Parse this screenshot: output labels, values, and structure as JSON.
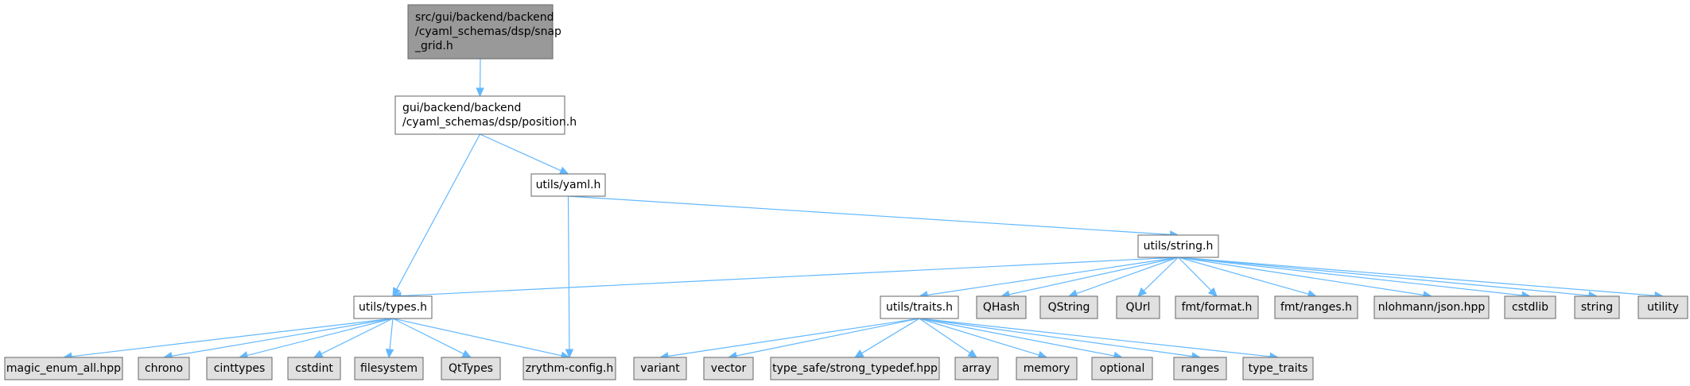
{
  "colors": {
    "edge": "#63b8ff",
    "root_fill": "#999999",
    "local_fill": "#ffffff",
    "local_border": "#000000",
    "system_fill": "#e0e0e0",
    "system_border": "#999999"
  },
  "nodes": [
    {
      "id": "snap_grid",
      "kind": "root",
      "lines": [
        "src/gui/backend/backend",
        "/cyaml_schemas/dsp/snap",
        "_grid.h"
      ]
    },
    {
      "id": "position",
      "kind": "local",
      "lines": [
        "gui/backend/backend",
        "/cyaml_schemas/dsp/position.h"
      ]
    },
    {
      "id": "yaml",
      "kind": "local",
      "lines": [
        "utils/yaml.h"
      ]
    },
    {
      "id": "string",
      "kind": "local",
      "lines": [
        "utils/string.h"
      ]
    },
    {
      "id": "types",
      "kind": "local",
      "lines": [
        "utils/types.h"
      ]
    },
    {
      "id": "traits",
      "kind": "local",
      "lines": [
        "utils/traits.h"
      ]
    },
    {
      "id": "qhash",
      "kind": "system",
      "lines": [
        "QHash"
      ]
    },
    {
      "id": "qstring",
      "kind": "system",
      "lines": [
        "QString"
      ]
    },
    {
      "id": "qurl",
      "kind": "system",
      "lines": [
        "QUrl"
      ]
    },
    {
      "id": "fmt_format",
      "kind": "system",
      "lines": [
        "fmt/format.h"
      ]
    },
    {
      "id": "fmt_ranges",
      "kind": "system",
      "lines": [
        "fmt/ranges.h"
      ]
    },
    {
      "id": "json",
      "kind": "system",
      "lines": [
        "nlohmann/json.hpp"
      ]
    },
    {
      "id": "cstdlib",
      "kind": "system",
      "lines": [
        "cstdlib"
      ]
    },
    {
      "id": "string_std",
      "kind": "system",
      "lines": [
        "string"
      ]
    },
    {
      "id": "utility",
      "kind": "system",
      "lines": [
        "utility"
      ]
    },
    {
      "id": "magic_enum",
      "kind": "system",
      "lines": [
        "magic_enum_all.hpp"
      ]
    },
    {
      "id": "chrono",
      "kind": "system",
      "lines": [
        "chrono"
      ]
    },
    {
      "id": "cinttypes",
      "kind": "system",
      "lines": [
        "cinttypes"
      ]
    },
    {
      "id": "cstdint",
      "kind": "system",
      "lines": [
        "cstdint"
      ]
    },
    {
      "id": "filesystem",
      "kind": "system",
      "lines": [
        "filesystem"
      ]
    },
    {
      "id": "qttypes",
      "kind": "system",
      "lines": [
        "QtTypes"
      ]
    },
    {
      "id": "zrythm_config",
      "kind": "system",
      "lines": [
        "zrythm-config.h"
      ]
    },
    {
      "id": "variant",
      "kind": "system",
      "lines": [
        "variant"
      ]
    },
    {
      "id": "vector",
      "kind": "system",
      "lines": [
        "vector"
      ]
    },
    {
      "id": "strong_typedef",
      "kind": "system",
      "lines": [
        "type_safe/strong_typedef.hpp"
      ]
    },
    {
      "id": "array",
      "kind": "system",
      "lines": [
        "array"
      ]
    },
    {
      "id": "memory",
      "kind": "system",
      "lines": [
        "memory"
      ]
    },
    {
      "id": "optional",
      "kind": "system",
      "lines": [
        "optional"
      ]
    },
    {
      "id": "ranges",
      "kind": "system",
      "lines": [
        "ranges"
      ]
    },
    {
      "id": "type_traits",
      "kind": "system",
      "lines": [
        "type_traits"
      ]
    }
  ],
  "edges": [
    [
      "snap_grid",
      "position"
    ],
    [
      "position",
      "types"
    ],
    [
      "position",
      "yaml"
    ],
    [
      "yaml",
      "zrythm_config"
    ],
    [
      "yaml",
      "string"
    ],
    [
      "string",
      "types"
    ],
    [
      "string",
      "traits"
    ],
    [
      "string",
      "qhash"
    ],
    [
      "string",
      "qstring"
    ],
    [
      "string",
      "qurl"
    ],
    [
      "string",
      "fmt_format"
    ],
    [
      "string",
      "fmt_ranges"
    ],
    [
      "string",
      "json"
    ],
    [
      "string",
      "cstdlib"
    ],
    [
      "string",
      "string_std"
    ],
    [
      "string",
      "utility"
    ],
    [
      "types",
      "magic_enum"
    ],
    [
      "types",
      "chrono"
    ],
    [
      "types",
      "cinttypes"
    ],
    [
      "types",
      "cstdint"
    ],
    [
      "types",
      "filesystem"
    ],
    [
      "types",
      "qttypes"
    ],
    [
      "types",
      "zrythm_config"
    ],
    [
      "traits",
      "variant"
    ],
    [
      "traits",
      "vector"
    ],
    [
      "traits",
      "strong_typedef"
    ],
    [
      "traits",
      "array"
    ],
    [
      "traits",
      "memory"
    ],
    [
      "traits",
      "optional"
    ],
    [
      "traits",
      "ranges"
    ],
    [
      "traits",
      "type_traits"
    ]
  ]
}
